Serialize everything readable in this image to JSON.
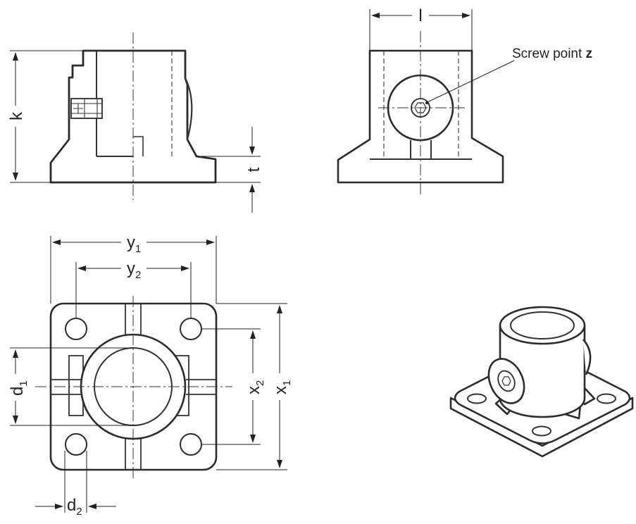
{
  "labels": {
    "k": "k",
    "t": "t",
    "l": "l",
    "y": "y",
    "x": "x",
    "d": "d",
    "sub1": "1",
    "sub2": "2"
  },
  "callout": {
    "text": "Screw point ",
    "bold": "z"
  }
}
